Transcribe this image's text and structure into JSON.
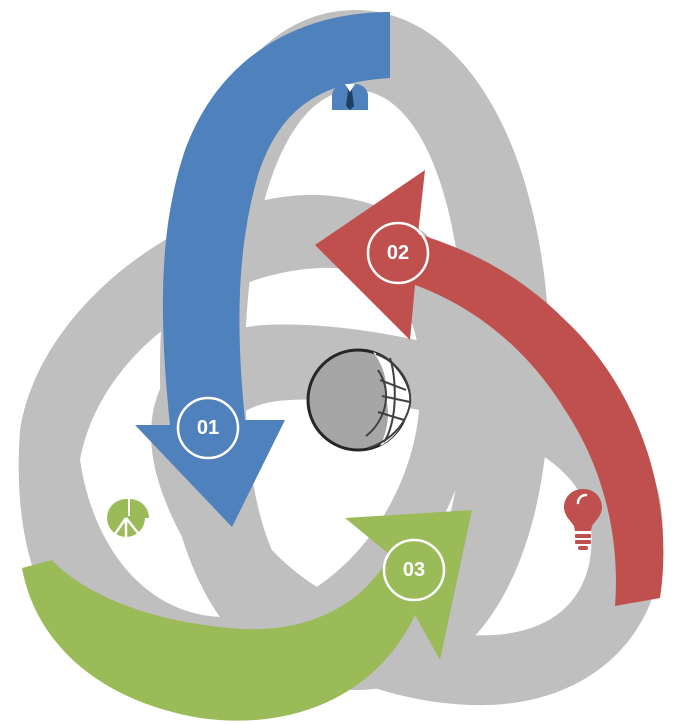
{
  "steps": [
    {
      "label": "01",
      "color": "#4f81bd",
      "icon": "person-icon"
    },
    {
      "label": "02",
      "color": "#c0504d",
      "icon": "lightbulb-icon"
    },
    {
      "label": "03",
      "color": "#9bbb59",
      "icon": "pie-chart-icon"
    }
  ],
  "center_icon": "globe-icon",
  "ring_color": "#bfbfbf"
}
